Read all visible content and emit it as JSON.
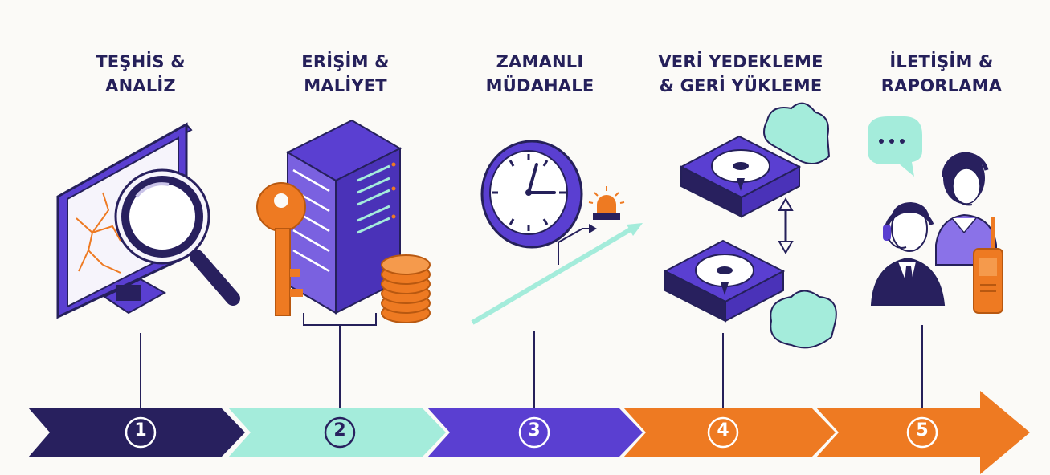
{
  "steps": [
    {
      "number": "1",
      "line1": "TEŞHİS &",
      "line2": "ANALİZ",
      "color": "#28205e"
    },
    {
      "number": "2",
      "line1": "ERİŞİM &",
      "line2": "MALİYET",
      "color": "#a4ecdb"
    },
    {
      "number": "3",
      "line1": "ZAMANLI",
      "line2": "MÜDAHALE",
      "color": "#5a3fd1"
    },
    {
      "number": "4",
      "line1": "VERİ YEDEKLEME",
      "line2": "& GERİ YÜKLEME",
      "color": "#ee7a22"
    },
    {
      "number": "5",
      "line1": "İLETİŞİM &",
      "line2": "RAPORLAMA",
      "color": "#ee7a22"
    }
  ],
  "colors": {
    "navy": "#28205e",
    "mint": "#a4ecdb",
    "purple": "#5a3fd1",
    "orange": "#ee7a22",
    "background": "#fbfaf7"
  },
  "icons": [
    "monitor-magnifier-icon",
    "server-key-coins-icon",
    "clock-alarm-icon",
    "hard-drives-cloud-icon",
    "support-agents-icon"
  ]
}
